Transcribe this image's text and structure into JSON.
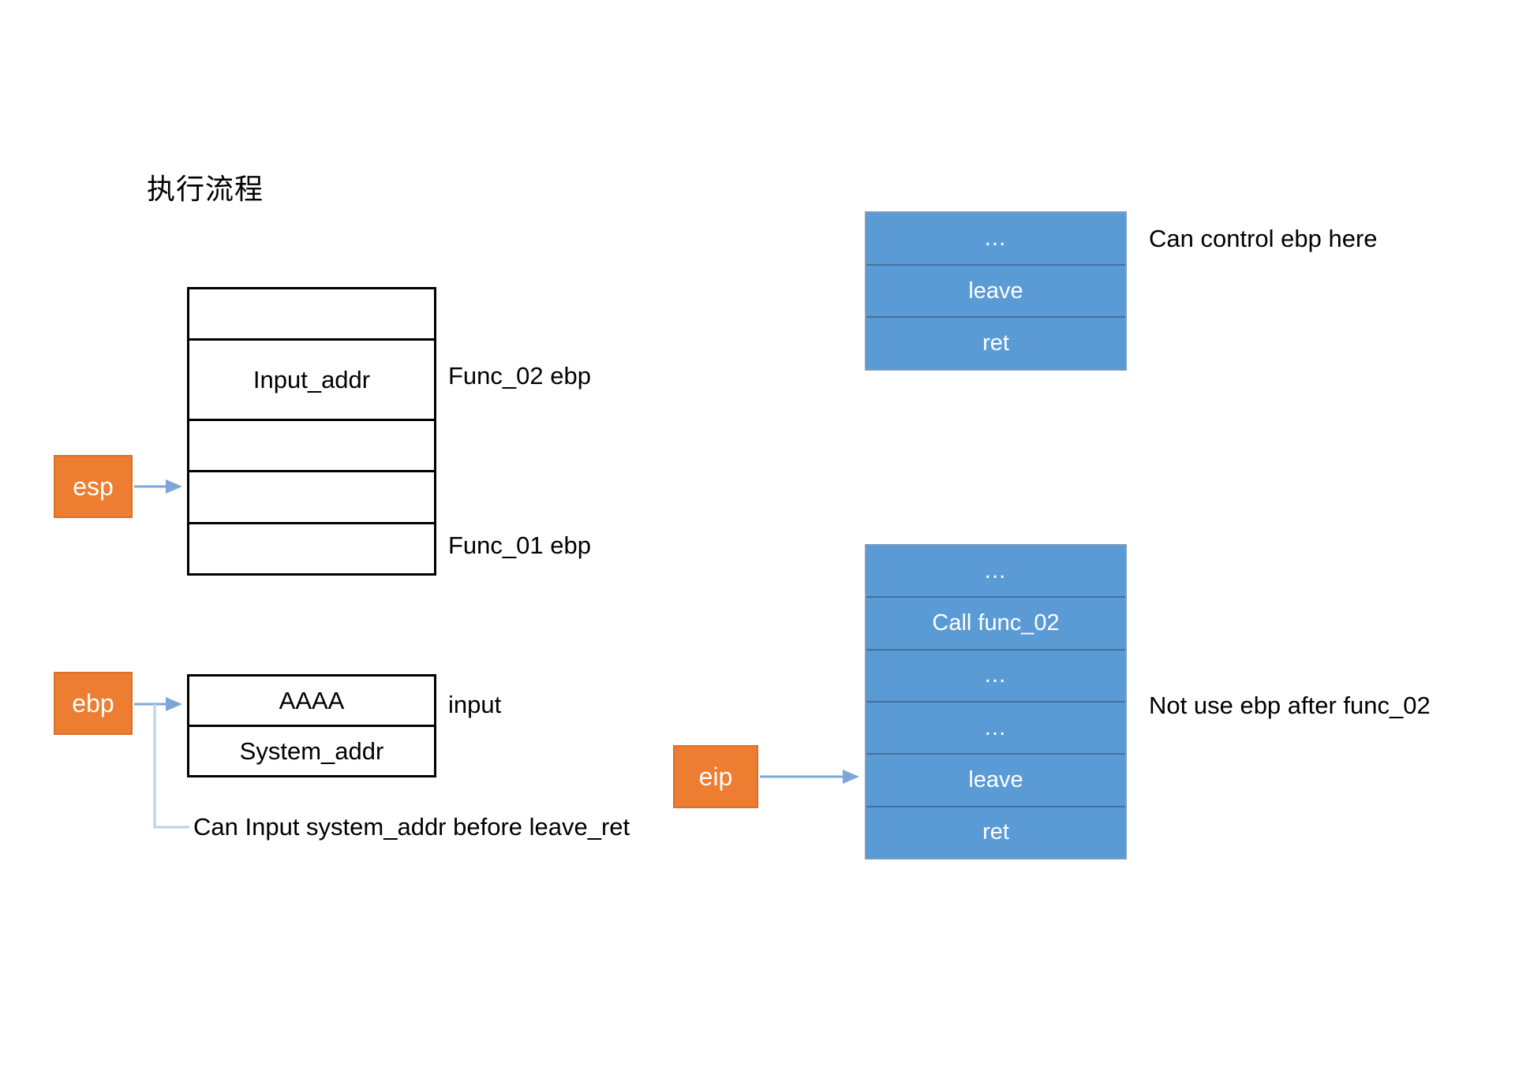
{
  "title": "执行流程",
  "stacks": {
    "upper": {
      "name": "function-stack-upper",
      "rows": [
        {
          "label": ""
        },
        {
          "label": "Input_addr"
        },
        {
          "label": ""
        },
        {
          "label": ""
        },
        {
          "label": ""
        }
      ]
    },
    "lower": {
      "name": "input-buffer-stack",
      "rows": [
        {
          "label": "AAAA"
        },
        {
          "label": "System_addr"
        }
      ]
    }
  },
  "code_blocks": {
    "upper": {
      "rows": [
        "…",
        "leave",
        "ret"
      ]
    },
    "lower": {
      "rows": [
        "…",
        "Call func_02",
        "…",
        "…",
        "leave",
        "ret"
      ]
    }
  },
  "registers": {
    "esp": "esp",
    "ebp": "ebp",
    "eip": "eip"
  },
  "annotations": {
    "func_02_ebp": "Func_02 ebp",
    "func_01_ebp": "Func_01 ebp",
    "input": "input",
    "can_input_system_addr": "Can Input system_addr before leave_ret",
    "can_control_ebp": "Can control ebp here",
    "not_use_ebp": "Not use ebp after func_02"
  },
  "colors": {
    "register_box": "#ED7D31",
    "code_block": "#5B9BD5",
    "code_block_divider": "#41719C",
    "arrow": "#7DA7D9",
    "stack_border": "#000000",
    "background": "#FFFFFF"
  }
}
